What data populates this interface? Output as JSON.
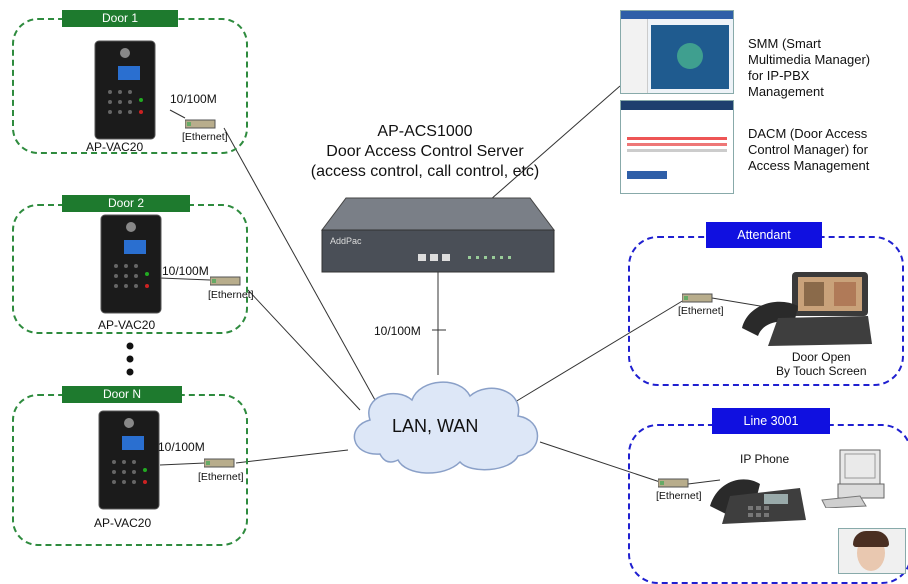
{
  "doors": [
    {
      "tag": "Door 1",
      "speed": "10/100M",
      "ethernet": "[Ethernet]",
      "device": "AP-VAC20"
    },
    {
      "tag": "Door 2",
      "speed": "10/100M",
      "ethernet": "[Ethernet]",
      "device": "AP-VAC20"
    },
    {
      "tag": "Door N",
      "speed": "10/100M",
      "ethernet": "[Ethernet]",
      "device": "AP-VAC20"
    }
  ],
  "server": {
    "model": "AP-ACS1000",
    "name": "Door Access Control Server",
    "role": "(access control, call control, etc)",
    "uplink_speed": "10/100M",
    "brand": "AddPac"
  },
  "software": [
    {
      "lines": [
        "SMM (Smart",
        "Multimedia Manager)",
        "for IP-PBX",
        "Management"
      ]
    },
    {
      "lines": [
        "DACM (Door Access",
        "Control Manager) for",
        "Access Management"
      ]
    }
  ],
  "network": {
    "label": "LAN, WAN"
  },
  "attendant": {
    "tag": "Attendant",
    "ethernet": "[Ethernet]",
    "caption_line1": "Door Open",
    "caption_line2": "By Touch Screen"
  },
  "line": {
    "tag": "Line 3001",
    "ethernet": "[Ethernet]",
    "phone_label": "IP Phone"
  },
  "colors": {
    "door_green": "#1e7a2e",
    "blue_tag": "#1010e0",
    "cloud_fill": "#dde7f7"
  }
}
